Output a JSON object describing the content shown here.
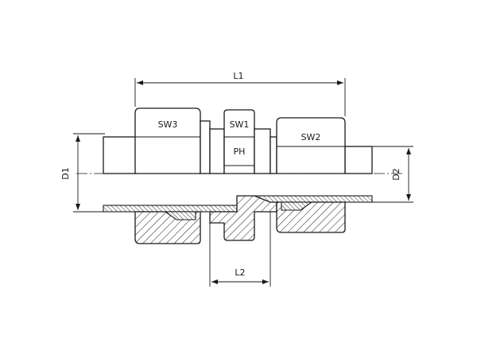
{
  "labels": {
    "l1": "L1",
    "l2": "L2",
    "sw1": "SW1",
    "sw2": "SW2",
    "sw3": "SW3",
    "ph": "PH",
    "d1": "D1",
    "d2": "D2"
  }
}
